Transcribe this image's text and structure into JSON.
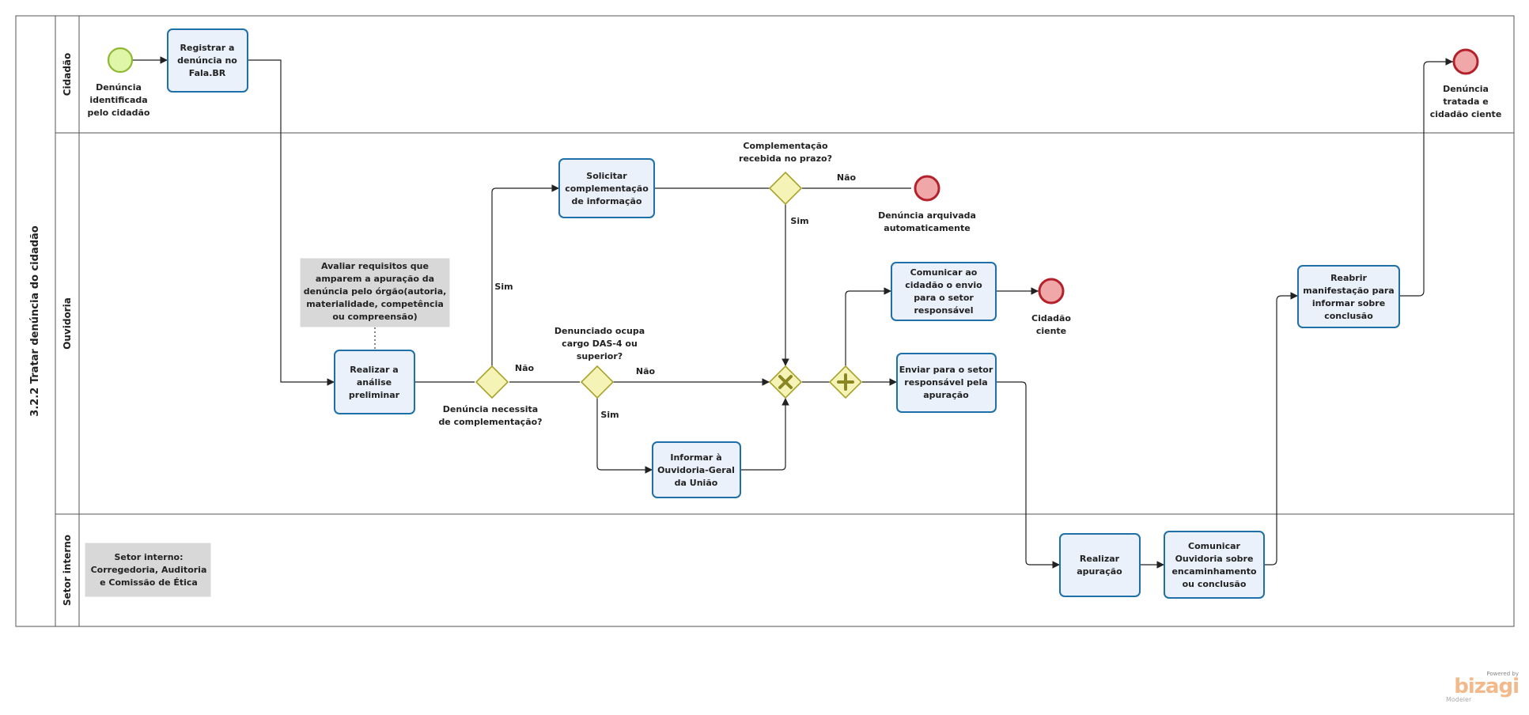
{
  "pool": {
    "title": "3.2.2 Tratar denúncia do cidadão"
  },
  "lanes": [
    {
      "label": "Cidadão"
    },
    {
      "label": "Ouvidoria"
    },
    {
      "label": "Setor interno"
    }
  ],
  "events": {
    "start": {
      "label": [
        "Denúncia",
        "identificada",
        "pelo cidadão"
      ]
    },
    "end_archived": {
      "label": [
        "Denúncia arquivada",
        "automaticamente"
      ]
    },
    "end_citizen_aware": {
      "label": [
        "Cidadão",
        "ciente"
      ]
    },
    "end_treated": {
      "label": [
        "Denúncia",
        "tratada e",
        "cidadão ciente"
      ]
    }
  },
  "tasks": {
    "register": {
      "label": [
        "Registrar a",
        "denúncia no",
        "Fala.BR"
      ]
    },
    "preliminary": {
      "label": [
        "Realizar a",
        "análise",
        "preliminar"
      ]
    },
    "request_info": {
      "label": [
        "Solicitar",
        "complementação",
        "de informação"
      ]
    },
    "inform_cgu": {
      "label": [
        "Informar  à",
        "Ouvidoria-Geral",
        "da União"
      ]
    },
    "notify_citizen": {
      "label": [
        "Comunicar ao",
        "cidadão o envio",
        "para o setor",
        "responsável"
      ]
    },
    "send_sector": {
      "label": [
        "Enviar para o setor",
        "responsável pela",
        "apuração"
      ]
    },
    "investigate": {
      "label": [
        "Realizar",
        "apuração"
      ]
    },
    "report_ouvidoria": {
      "label": [
        "Comunicar",
        "Ouvidoria sobre",
        "encaminhamento",
        "ou conclusão"
      ]
    },
    "reopen": {
      "label": [
        "Reabrir",
        "manifestação para",
        "informar sobre",
        "conclusão"
      ]
    }
  },
  "gateways": {
    "needs_info": {
      "label": [
        "Denúncia necessita",
        "de complementação?"
      ]
    },
    "das4": {
      "label": [
        "Denunciado ocupa",
        "cargo DAS-4 ou",
        "superior?"
      ]
    },
    "received": {
      "label": [
        "Complementação",
        "recebida no prazo?"
      ]
    }
  },
  "flow_labels": {
    "sim_1": "Sim",
    "nao_1": "Não",
    "sim_2": "Sim",
    "nao_2": "Não",
    "sim_3": "Sim",
    "nao_3": "Não"
  },
  "annotations": {
    "requirements": [
      "Avaliar requisitos que",
      "amparem a apuração da",
      "denúncia pelo órgão(autoria,",
      "materialidade, competência",
      "ou compreensão)"
    ],
    "sector": [
      "Setor interno:",
      "Corregedoria, Auditoria",
      "e Comissão de Ética"
    ]
  },
  "watermark": {
    "powered": "Powered by",
    "brand": "bizagi",
    "product": "Modeler"
  },
  "colors": {
    "task_fill": "#eaf1fb",
    "task_stroke": "#1f6fa8",
    "gateway_fill": "#f6f3b6",
    "start_fill": "#dff5a8",
    "end_fill": "#f0a7a7",
    "end_stroke": "#b5212b",
    "annotation_fill": "#d8d8d8"
  }
}
